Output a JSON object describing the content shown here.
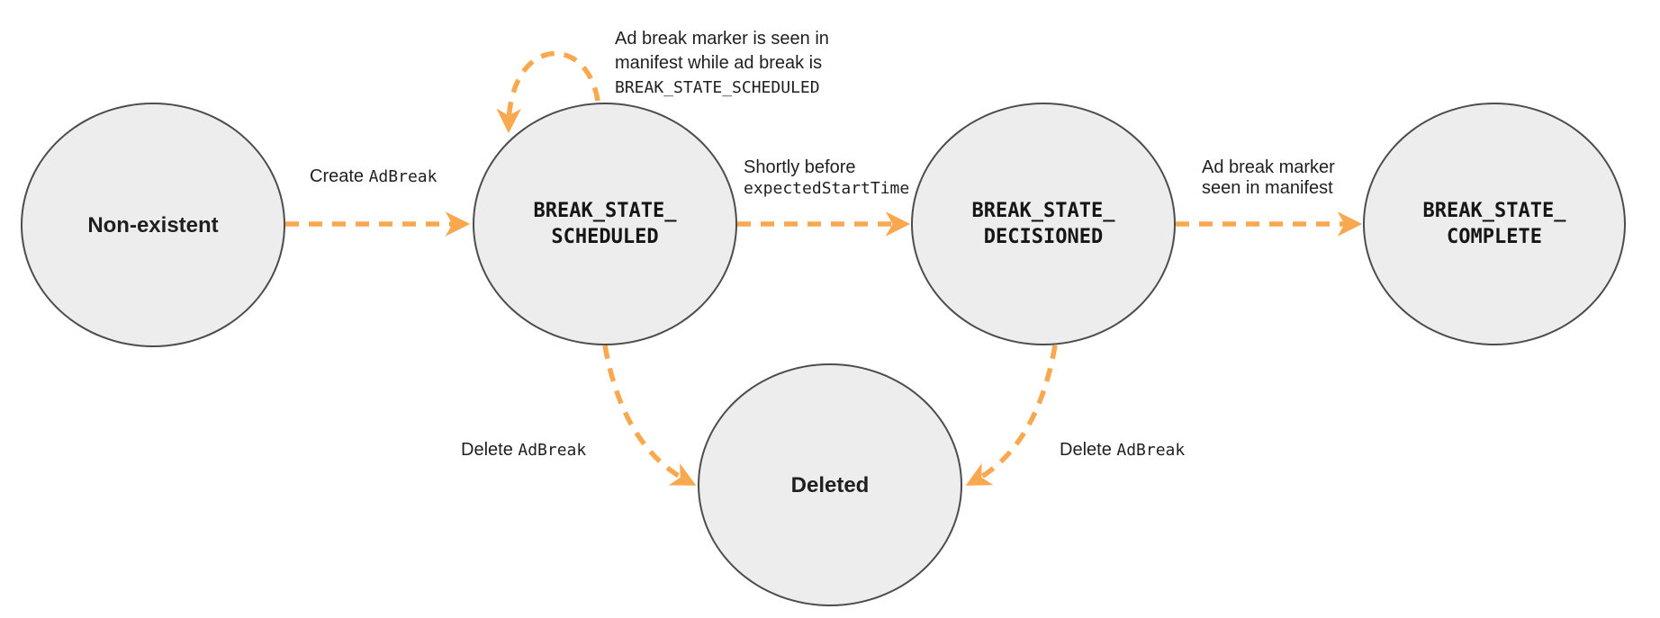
{
  "diagram": {
    "title_implicit": "Ad break state transitions",
    "colors": {
      "arrow_orange": "#FAA850",
      "state_fill": "#EDEDED",
      "state_border": "#4D4D4D",
      "text": "#1F1F1F"
    },
    "states": [
      {
        "id": "non-existent",
        "label": "Non-existent"
      },
      {
        "id": "break-state-scheduled",
        "label_line1": "BREAK_STATE_",
        "label_line2": "SCHEDULED"
      },
      {
        "id": "break-state-decisioned",
        "label_line1": "BREAK_STATE_",
        "label_line2": "DECISIONED"
      },
      {
        "id": "break-state-complete",
        "label_line1": "BREAK_STATE_",
        "label_line2": "COMPLETE"
      },
      {
        "id": "deleted",
        "label": "Deleted"
      }
    ],
    "transitions": {
      "create_adbreak": {
        "text_sans": "Create",
        "text_mono": "AdBreak"
      },
      "self_loop": {
        "line1": "Ad break marker is seen in",
        "line2": "manifest while ad break is",
        "line3_mono": "BREAK_STATE_SCHEDULED"
      },
      "shortly_before": {
        "line1_sans": "Shortly before",
        "line2_mono": "expectedStartTime"
      },
      "marker_seen": {
        "line1": "Ad break marker",
        "line2": "seen in manifest"
      },
      "delete_left": {
        "text_sans": "Delete",
        "text_mono": "AdBreak"
      },
      "delete_right": {
        "text_sans": "Delete",
        "text_mono": "AdBreak"
      }
    }
  }
}
